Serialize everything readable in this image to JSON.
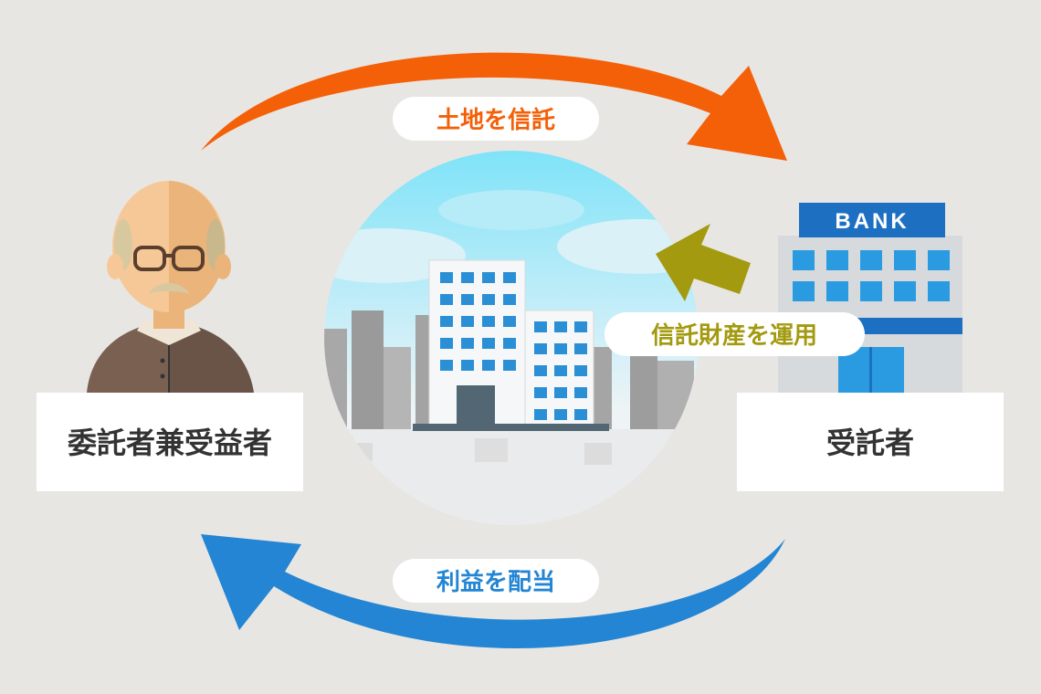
{
  "labels": {
    "entrust_land": "土地を信託",
    "distribute_profit": "利益を配当",
    "manage_assets": "信託財産を運用",
    "settlor_beneficiary": "委託者兼受益者",
    "trustee": "受託者",
    "bank_sign": "BANK"
  },
  "colors": {
    "orange_arrow": "#f46008",
    "blue_arrow": "#2385d3",
    "olive_arrow": "#a39a0f",
    "bank_blue": "#1d6fc2",
    "background": "#e8e6e3"
  }
}
